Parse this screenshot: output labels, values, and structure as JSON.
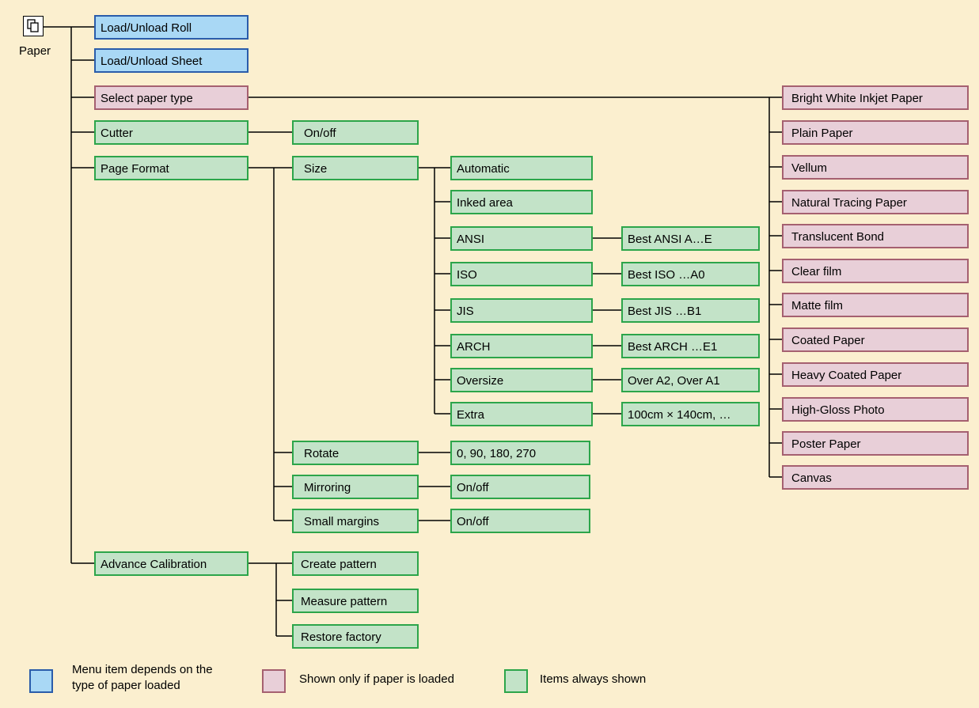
{
  "root": {
    "label": "Paper",
    "icon": "paper-icon"
  },
  "colors": {
    "background": "#fbefcf",
    "blue_fill": "#a9d8f5",
    "blue_border": "#2a5caa",
    "pink_fill": "#e8cfd8",
    "pink_border": "#a56070",
    "green_fill": "#c3e3c8",
    "green_border": "#2ca54a"
  },
  "menu": {
    "load_roll": "Load/Unload Roll",
    "load_sheet": "Load/Unload Sheet",
    "select_paper_type": "Select paper type",
    "cutter": "Cutter",
    "cutter_onoff": "On/off",
    "page_format": "Page Format",
    "size": "Size",
    "automatic": "Automatic",
    "inked_area": "Inked area",
    "ansi": "ANSI",
    "ansi_value": "Best ANSI A…E",
    "iso": "ISO",
    "iso_value": "Best ISO …A0",
    "jis": "JIS",
    "jis_value": "Best JIS …B1",
    "arch": "ARCH",
    "arch_value": "Best ARCH …E1",
    "oversize": "Oversize",
    "oversize_value": "Over A2, Over A1",
    "extra": "Extra",
    "extra_value": "100cm × 140cm, …",
    "rotate": "Rotate",
    "rotate_value": "0, 90, 180, 270",
    "mirroring": "Mirroring",
    "mirroring_value": "On/off",
    "small_margins": "Small margins",
    "small_margins_value": "On/off",
    "advance_calibration": "Advance Calibration",
    "create_pattern": "Create pattern",
    "measure_pattern": "Measure pattern",
    "restore_factory": "Restore factory"
  },
  "paper_types": [
    "Bright White Inkjet Paper",
    "Plain Paper",
    "Vellum",
    "Natural Tracing Paper",
    "Translucent Bond",
    "Clear film",
    "Matte film",
    "Coated Paper",
    "Heavy Coated Paper",
    "High-Gloss Photo",
    "Poster Paper",
    "Canvas"
  ],
  "legend": {
    "blue_line1": "Menu item depends on the",
    "blue_line2": "type of paper loaded",
    "pink": "Shown only if paper is loaded",
    "green": "Items always shown"
  }
}
